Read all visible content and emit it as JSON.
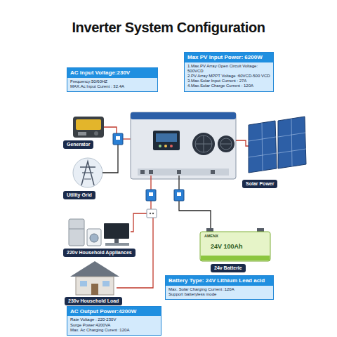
{
  "diagram": {
    "title": "Inverter System Configuration",
    "nodes": [
      {
        "text": [
          "Max PV Input Power: 6200W",
          "1.Max.PV Array Open Circuit Voltage: 500VCD",
          "2.PV Array MPPT Voltage :60VCD-500 VCD",
          "3.Max.Solar Input Current : 27A",
          "4.Max.Solar Charge Current : 120A"
        ]
      },
      {
        "text": [
          "AC input Voltage:230V",
          "Frequency:50/60HZ",
          "MAX.Ac Input Curent : 32.4A"
        ]
      },
      {
        "text": [
          "Generator"
        ]
      },
      {
        "text": [
          "Solar Power"
        ]
      },
      {
        "text": [
          "Utility Grid"
        ]
      },
      {
        "text": [
          "220v Household Appliances"
        ]
      },
      {
        "text": [
          "24v Batterie"
        ]
      },
      {
        "text": [
          "Battery Type: 24V Lithium Lead acid",
          "Max. Solar Charging Current :120A",
          "Support batteryless mode"
        ]
      },
      {
        "text": [
          "230v Household Load"
        ]
      },
      {
        "text": [
          "AC Output Power:4200W",
          "Rate Voltage : 220-230V",
          "Surge Power:4200VA",
          "Max. Ac Charging Curent :120A"
        ]
      }
    ],
    "labels": [
      "AMENX",
      "24V 100Ah"
    ]
  }
}
